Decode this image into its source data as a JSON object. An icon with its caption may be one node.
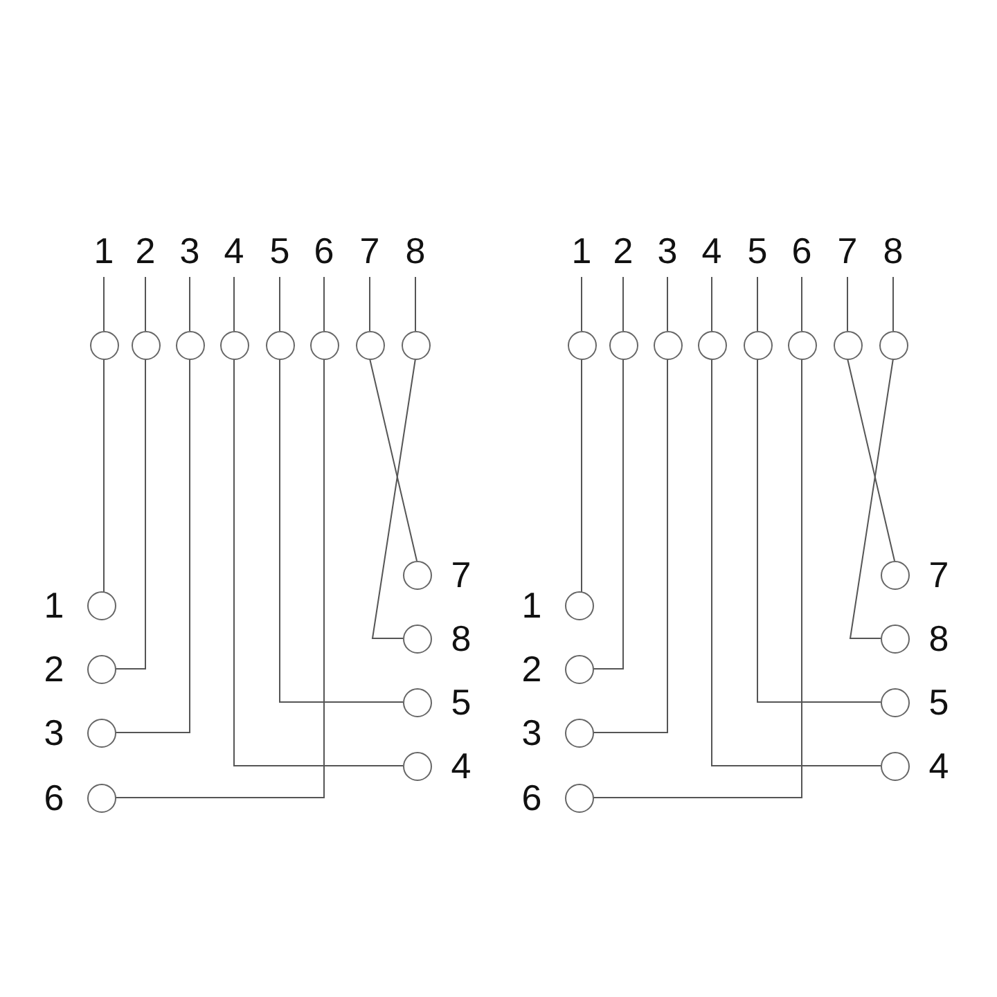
{
  "diagram": {
    "nodes": [
      {
        "text": [],
        "shape": "circle",
        "beside": [
          "1"
        ]
      },
      {
        "text": [],
        "shape": "circle",
        "beside": [
          "2"
        ]
      },
      {
        "text": [],
        "shape": "circle",
        "beside": [
          "3"
        ]
      },
      {
        "text": [],
        "shape": "circle",
        "beside": [
          "4"
        ]
      },
      {
        "text": [],
        "shape": "circle",
        "beside": [
          "5"
        ]
      },
      {
        "text": [],
        "shape": "circle",
        "beside": [
          "6"
        ]
      },
      {
        "text": [],
        "shape": "circle",
        "beside": [
          "7"
        ]
      },
      {
        "text": [],
        "shape": "circle",
        "beside": [
          "8"
        ]
      },
      {
        "text": [],
        "shape": "circle",
        "beside": [
          "1"
        ]
      },
      {
        "text": [],
        "shape": "circle",
        "beside": [
          "2"
        ]
      },
      {
        "text": [],
        "shape": "circle",
        "beside": [
          "3"
        ]
      },
      {
        "text": [],
        "shape": "circle",
        "beside": [
          "6"
        ]
      },
      {
        "text": [],
        "shape": "circle",
        "beside": [
          "7"
        ]
      },
      {
        "text": [],
        "shape": "circle",
        "beside": [
          "8"
        ]
      },
      {
        "text": [],
        "shape": "circle",
        "beside": [
          "5"
        ]
      },
      {
        "text": [],
        "shape": "circle",
        "beside": [
          "4"
        ]
      },
      {
        "text": [],
        "shape": "circle",
        "beside": [
          "1"
        ]
      },
      {
        "text": [],
        "shape": "circle",
        "beside": [
          "2"
        ]
      },
      {
        "text": [],
        "shape": "circle",
        "beside": [
          "3"
        ]
      },
      {
        "text": [],
        "shape": "circle",
        "beside": [
          "4"
        ]
      },
      {
        "text": [],
        "shape": "circle",
        "beside": [
          "5"
        ]
      },
      {
        "text": [],
        "shape": "circle",
        "beside": [
          "6"
        ]
      },
      {
        "text": [],
        "shape": "circle",
        "beside": [
          "7"
        ]
      },
      {
        "text": [],
        "shape": "circle",
        "beside": [
          "8"
        ]
      },
      {
        "text": [],
        "shape": "circle",
        "beside": [
          "1"
        ]
      },
      {
        "text": [],
        "shape": "circle",
        "beside": [
          "2"
        ]
      },
      {
        "text": [],
        "shape": "circle",
        "beside": [
          "3"
        ]
      },
      {
        "text": [],
        "shape": "circle",
        "beside": [
          "6"
        ]
      },
      {
        "text": [],
        "shape": "circle",
        "beside": [
          "7"
        ]
      },
      {
        "text": [],
        "shape": "circle",
        "beside": [
          "8"
        ]
      },
      {
        "text": [],
        "shape": "circle",
        "beside": [
          "5"
        ]
      },
      {
        "text": [],
        "shape": "circle",
        "beside": [
          "4"
        ]
      }
    ],
    "edges": [
      {
        "from": 0,
        "to": 8,
        "arrow": "none"
      },
      {
        "from": 1,
        "to": 9,
        "arrow": "none"
      },
      {
        "from": 2,
        "to": 10,
        "arrow": "none"
      },
      {
        "from": 5,
        "to": 11,
        "arrow": "none"
      },
      {
        "from": 6,
        "to": 12,
        "arrow": "none"
      },
      {
        "from": 7,
        "to": 13,
        "arrow": "none"
      },
      {
        "from": 4,
        "to": 14,
        "arrow": "none"
      },
      {
        "from": 3,
        "to": 15,
        "arrow": "none"
      },
      {
        "from": 16,
        "to": 24,
        "arrow": "none"
      },
      {
        "from": 17,
        "to": 25,
        "arrow": "none"
      },
      {
        "from": 18,
        "to": 26,
        "arrow": "none"
      },
      {
        "from": 21,
        "to": 27,
        "arrow": "none"
      },
      {
        "from": 22,
        "to": 28,
        "arrow": "none"
      },
      {
        "from": 23,
        "to": 29,
        "arrow": "none"
      },
      {
        "from": 20,
        "to": 30,
        "arrow": "none"
      },
      {
        "from": 19,
        "to": 31,
        "arrow": "none"
      }
    ]
  }
}
